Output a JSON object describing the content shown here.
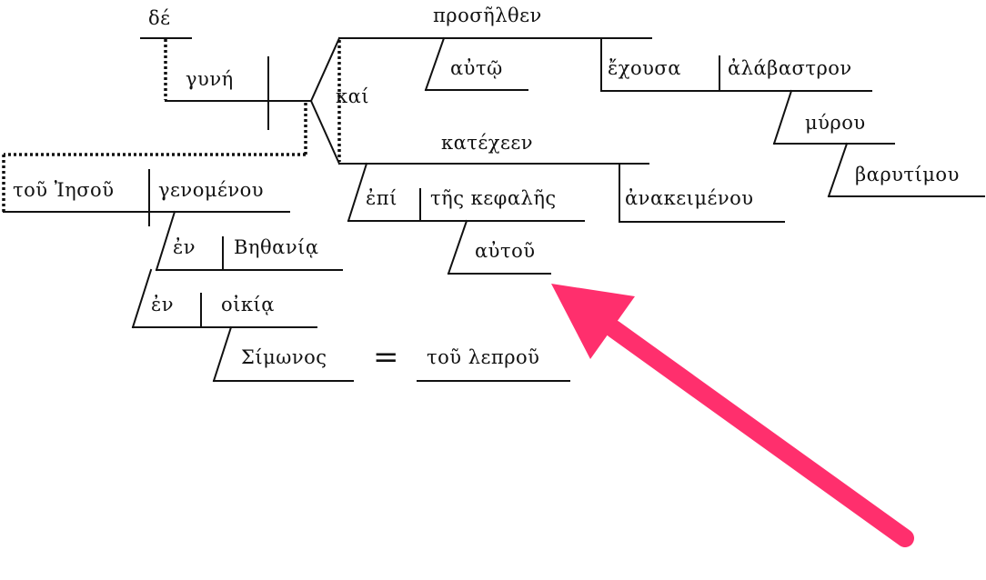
{
  "words": {
    "de": "δέ",
    "gune": "γυνή",
    "kai": "καί",
    "proselthen": "προσῆλθεν",
    "auto": "αὐτῷ",
    "echousa": "ἔχουσα",
    "alabastron": "ἀλάβαστρον",
    "murou": "μύρου",
    "barutimou": "βαρυτίμου",
    "katecheen": "κατέχεεν",
    "epi": "ἐπί",
    "tes_kephales": "τῆς κεφαλῆς",
    "autou": "αὐτοῦ",
    "anakeimenou": "ἀνακειμένου",
    "tou_iesou": "τοῦ Ἰησοῦ",
    "genomenou": "γενομένου",
    "en_1": "ἐν",
    "bethania": "Βηθανίᾳ",
    "en_2": "ἐν",
    "oikia": "οἰκίᾳ",
    "simonos": "Σίμωνος",
    "equals": "=",
    "tou_leprou": "τοῦ λεπροῦ"
  },
  "colors": {
    "ink": "#111111",
    "arrow": "#ff2f6d"
  }
}
